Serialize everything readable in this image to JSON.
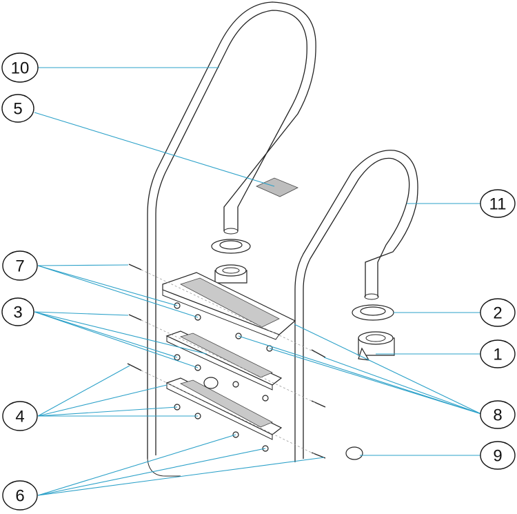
{
  "diagram": {
    "callouts": [
      {
        "id": "c10",
        "label": "10"
      },
      {
        "id": "c5",
        "label": "5"
      },
      {
        "id": "c11",
        "label": "11"
      },
      {
        "id": "c7",
        "label": "7"
      },
      {
        "id": "c2",
        "label": "2"
      },
      {
        "id": "c3",
        "label": "3"
      },
      {
        "id": "c1",
        "label": "1"
      },
      {
        "id": "c4",
        "label": "4"
      },
      {
        "id": "c8",
        "label": "8"
      },
      {
        "id": "c9",
        "label": "9"
      },
      {
        "id": "c6",
        "label": "6"
      }
    ],
    "colors": {
      "leader": "#2aa0c8",
      "outline": "#222222",
      "tread": "#c9c9c9"
    }
  }
}
